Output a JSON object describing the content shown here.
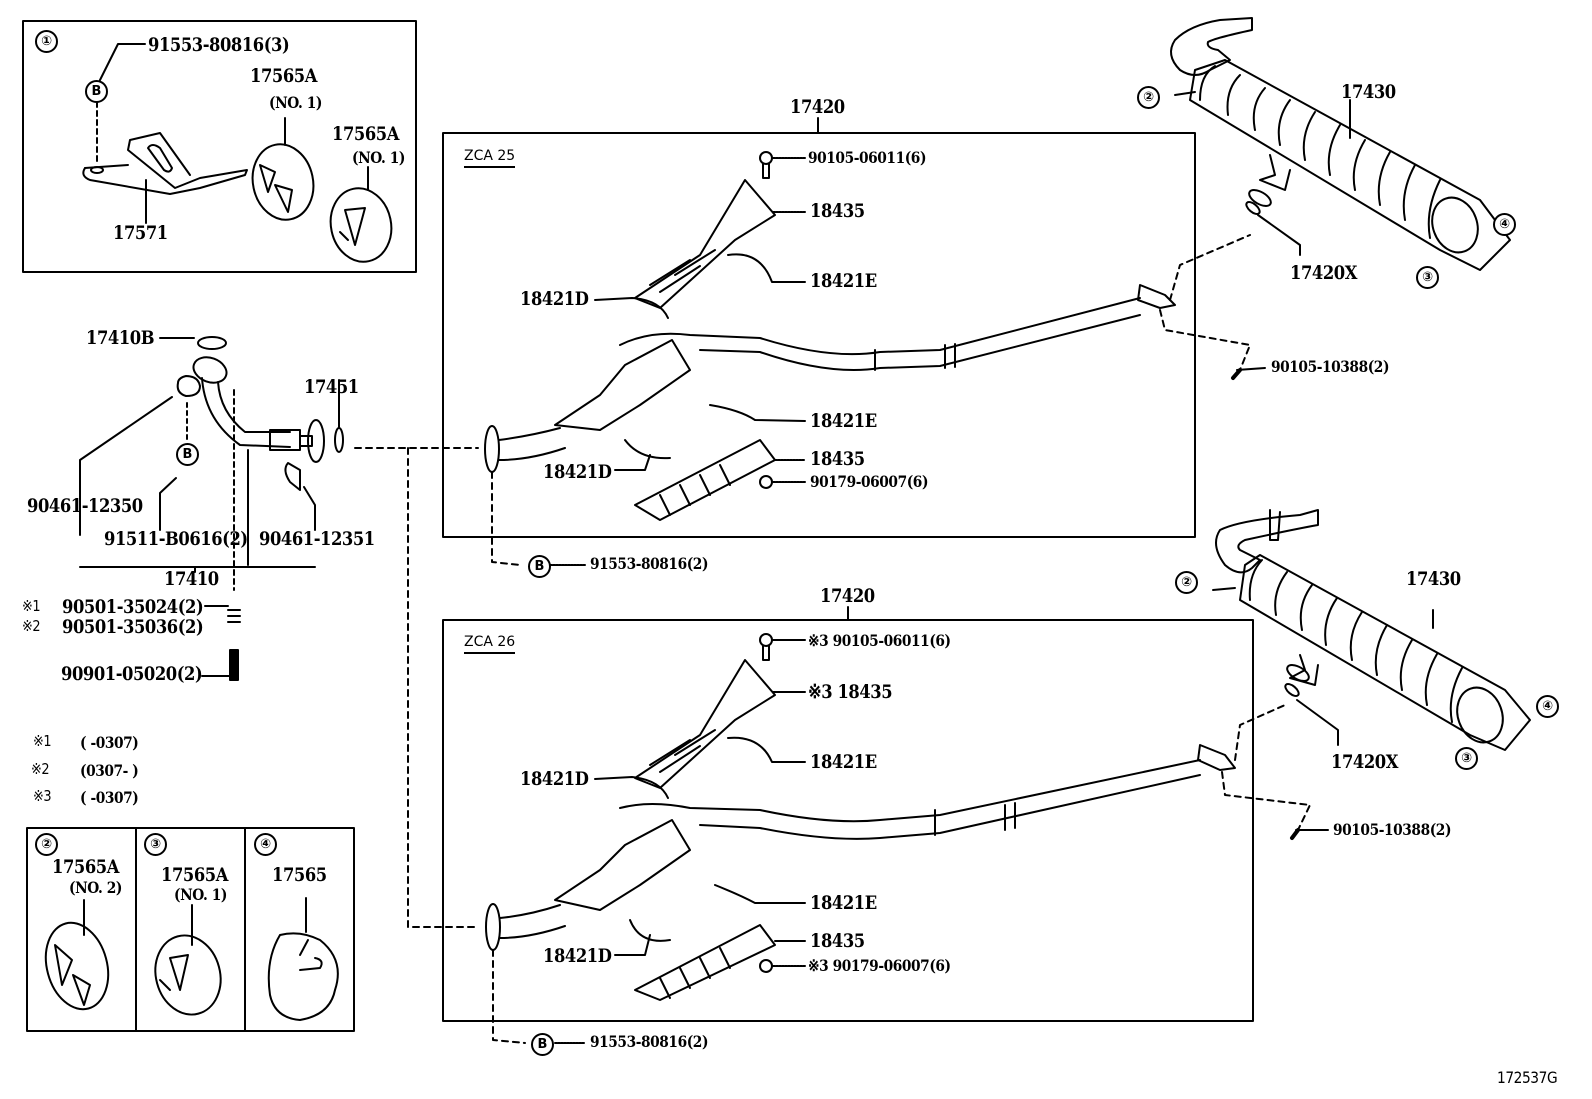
{
  "diagram": {
    "figure_id": "172537G",
    "legend": [
      {
        "mark": "※1",
        "range": "(        -0307)"
      },
      {
        "mark": "※2",
        "range": "(0307-        )"
      },
      {
        "mark": "※3",
        "range": "(        -0307)"
      }
    ],
    "inset_mounts": {
      "index": "①",
      "bolt": "91553-80816(3)",
      "bolt_ref": "B",
      "bracket": "17571",
      "hanger_a": "17565A",
      "hanger_a_sub": "(NO. 1)",
      "hanger_b": "17565A",
      "hanger_b_sub": "(NO. 1)"
    },
    "front_pipe": {
      "gasket": "17410B",
      "gasket_ring": "17451",
      "bracket_left": "90461-12350",
      "bracket_right": "90461-12351",
      "bolt": "91511-B0616(2)",
      "bolt_ref": "B",
      "assembly": "17410",
      "spring_1_mark": "※1",
      "spring_1": "90501-35024(2)",
      "spring_2_mark": "※2",
      "spring_2": "90501-35036(2)",
      "stud": "90901-05020(2)"
    },
    "hanger_insets": [
      {
        "index": "②",
        "part": "17565A",
        "sub": "(NO. 2)"
      },
      {
        "index": "③",
        "part": "17565A",
        "sub": "(NO. 1)"
      },
      {
        "index": "④",
        "part": "17565",
        "sub": ""
      }
    ],
    "zca25": {
      "title": "ZCA 25",
      "assembly": "17420",
      "bolt_top": "90105-06011(6)",
      "shield_top": "18435",
      "clamp_top_e": "18421E",
      "clamp_top_d": "18421D",
      "clamp_bot_e": "18421E",
      "shield_bot": "18435",
      "nut": "90179-06007(6)",
      "clamp_bot_d": "18421D",
      "flange_bolt_ref": "B",
      "flange_bolt": "91553-80816(2)"
    },
    "zca26": {
      "title": "ZCA 26",
      "assembly": "17420",
      "bolt_top": "※3 90105-06011(6)",
      "shield_top": "※3 18435",
      "clamp_top_e": "18421E",
      "clamp_top_d": "18421D",
      "clamp_bot_e": "18421E",
      "shield_bot": "18435",
      "nut": "※3 90179-06007(6)",
      "clamp_bot_d": "18421D",
      "flange_bolt_ref": "B",
      "flange_bolt": "91553-80816(2)"
    },
    "muffler_top": {
      "part": "17430",
      "gasket": "17420X",
      "bolt": "90105-10388(2)",
      "mark_2": "②",
      "mark_3": "③",
      "mark_4": "④"
    },
    "muffler_bottom": {
      "part": "17430",
      "gasket": "17420X",
      "bolt": "90105-10388(2)",
      "mark_2": "②",
      "mark_3": "③",
      "mark_4": "④"
    }
  }
}
